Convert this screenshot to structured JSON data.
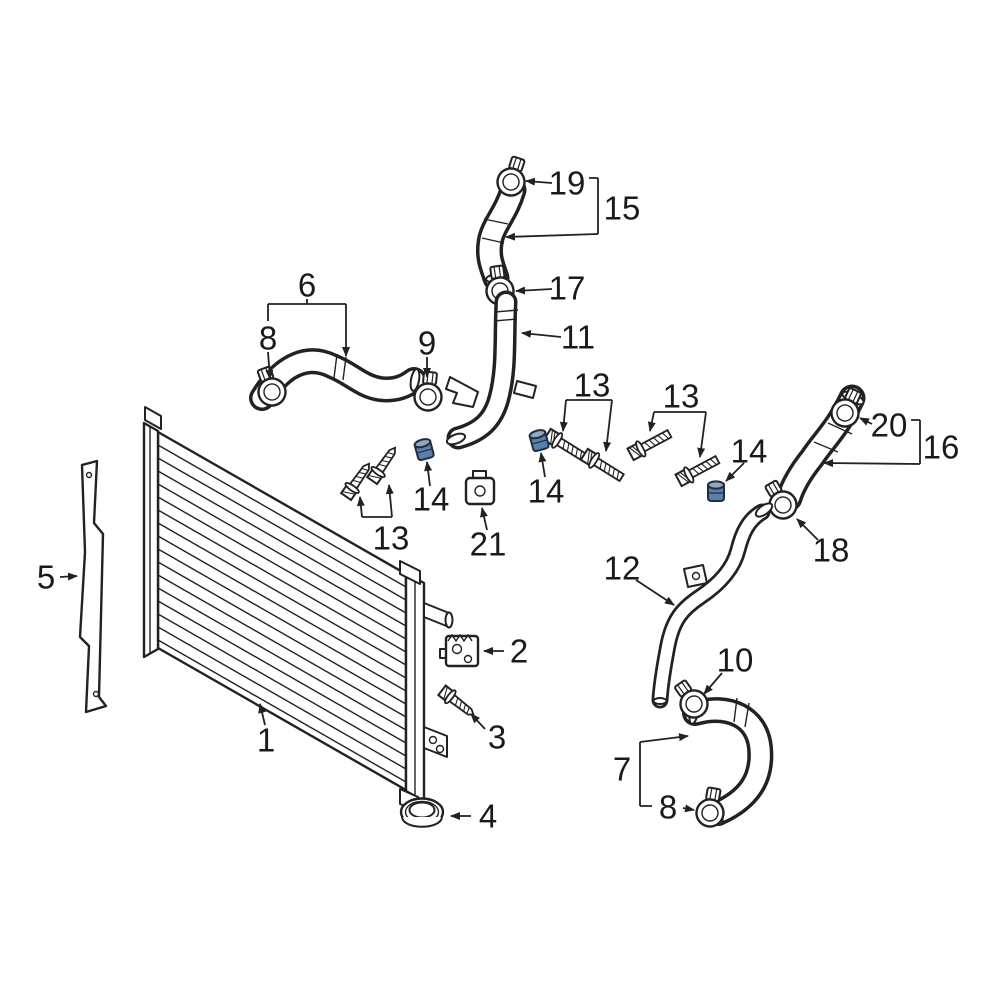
{
  "diagram": {
    "type": "exploded-parts-diagram",
    "subject": "intercooler-and-charge-air-hoses",
    "background": "#ffffff",
    "line_color": "#222222",
    "label_color": "#1a1a1a",
    "grommet_fill": "#5b7fa6",
    "grommet_highlight": "#8fa9c2",
    "callouts": [
      {
        "label": "1",
        "part": "intercooler-radiator"
      },
      {
        "label": "2",
        "part": "mounting-bracket"
      },
      {
        "label": "3",
        "part": "screw"
      },
      {
        "label": "4",
        "part": "rubber-mount"
      },
      {
        "label": "5",
        "part": "side-air-guide"
      },
      {
        "label": "6",
        "part": "upper-left-hose"
      },
      {
        "label": "7",
        "part": "lower-right-hose"
      },
      {
        "label": "8",
        "part": "hose-clamp"
      },
      {
        "label": "8",
        "part": "hose-clamp"
      },
      {
        "label": "9",
        "part": "hose-clamp"
      },
      {
        "label": "10",
        "part": "hose-clamp"
      },
      {
        "label": "11",
        "part": "charge-air-pipe"
      },
      {
        "label": "12",
        "part": "right-charge-air-pipe"
      },
      {
        "label": "13",
        "part": "bolt-pair"
      },
      {
        "label": "13",
        "part": "bolt-pair"
      },
      {
        "label": "13",
        "part": "bolt-pair"
      },
      {
        "label": "14",
        "part": "rubber-grommet"
      },
      {
        "label": "14",
        "part": "rubber-grommet"
      },
      {
        "label": "14",
        "part": "rubber-grommet"
      },
      {
        "label": "15",
        "part": "upper-hose"
      },
      {
        "label": "16",
        "part": "right-hose"
      },
      {
        "label": "17",
        "part": "hose-clamp"
      },
      {
        "label": "18",
        "part": "hose-clamp"
      },
      {
        "label": "19",
        "part": "hose-clamp"
      },
      {
        "label": "20",
        "part": "hose-clamp"
      },
      {
        "label": "21",
        "part": "retainer-bracket"
      }
    ]
  }
}
